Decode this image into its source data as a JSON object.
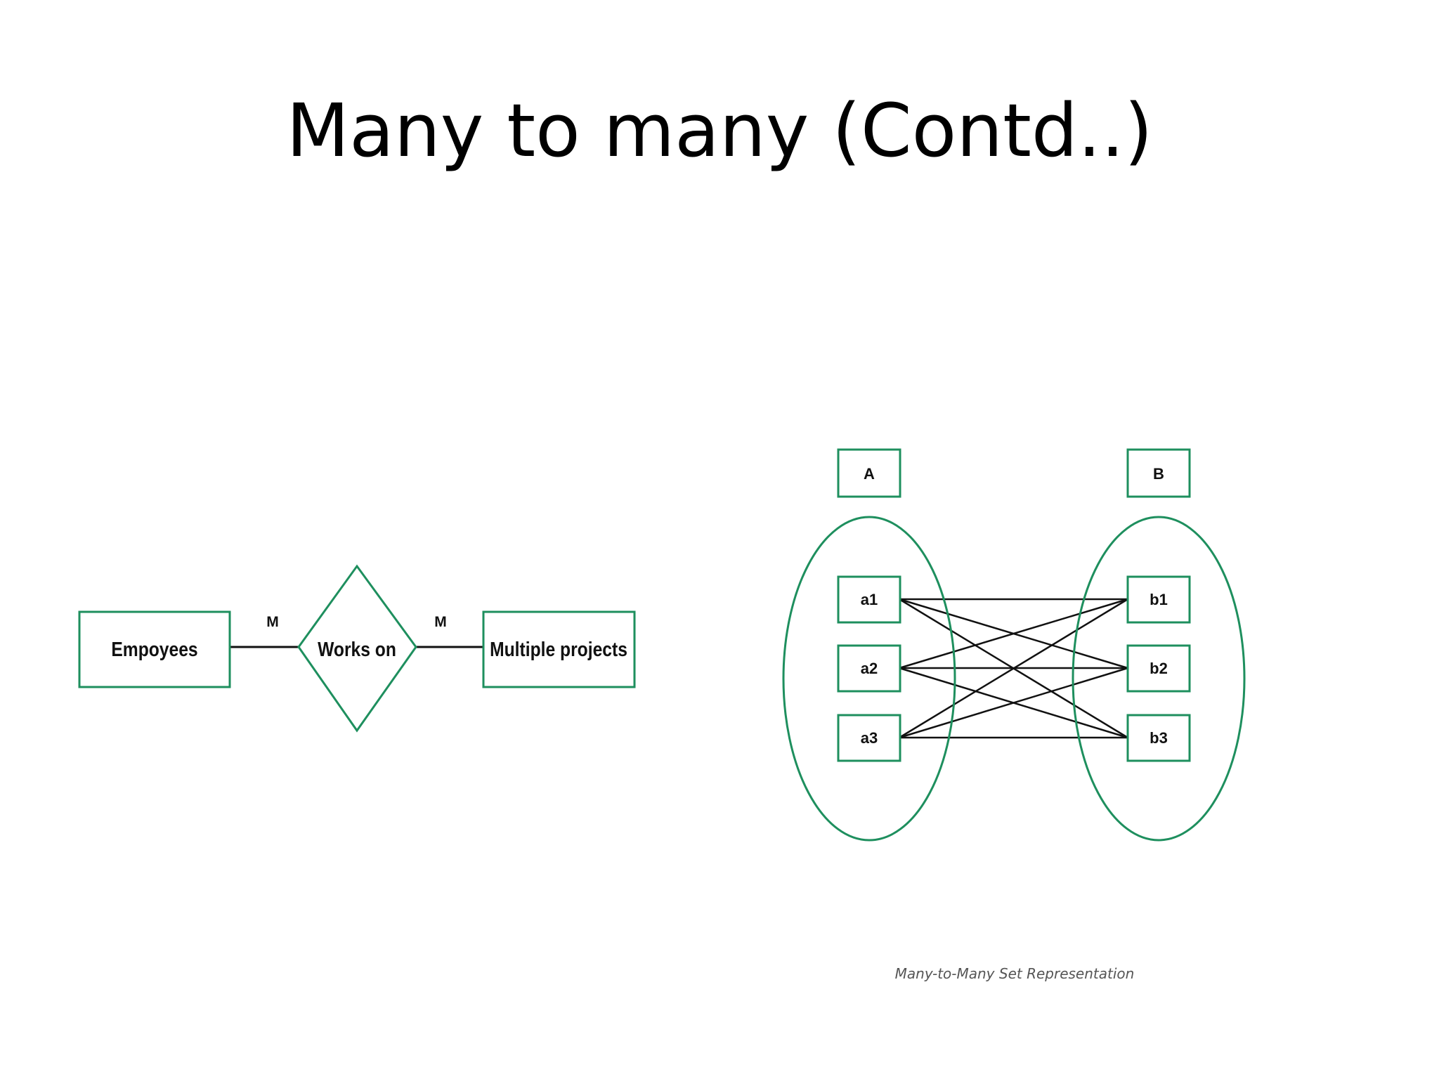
{
  "slide": {
    "title": "Many to many (Contd..)"
  },
  "er_diagram": {
    "entity_left": "Empoyees",
    "relationship": "Works on",
    "entity_right": "Multiple projects",
    "cardinality_left": "M",
    "cardinality_right": "M"
  },
  "set_diagram": {
    "set_a": {
      "label": "A",
      "items": [
        "a1",
        "a2",
        "a3"
      ]
    },
    "set_b": {
      "label": "B",
      "items": [
        "b1",
        "b2",
        "b3"
      ]
    },
    "mappings": [
      [
        "a1",
        "b1"
      ],
      [
        "a1",
        "b2"
      ],
      [
        "a1",
        "b3"
      ],
      [
        "a2",
        "b1"
      ],
      [
        "a2",
        "b2"
      ],
      [
        "a2",
        "b3"
      ],
      [
        "a3",
        "b1"
      ],
      [
        "a3",
        "b2"
      ],
      [
        "a3",
        "b3"
      ]
    ],
    "caption": "Many-to-Many Set Representation"
  },
  "colors": {
    "accent_green": "#1e8f5e",
    "line": "#111111"
  }
}
